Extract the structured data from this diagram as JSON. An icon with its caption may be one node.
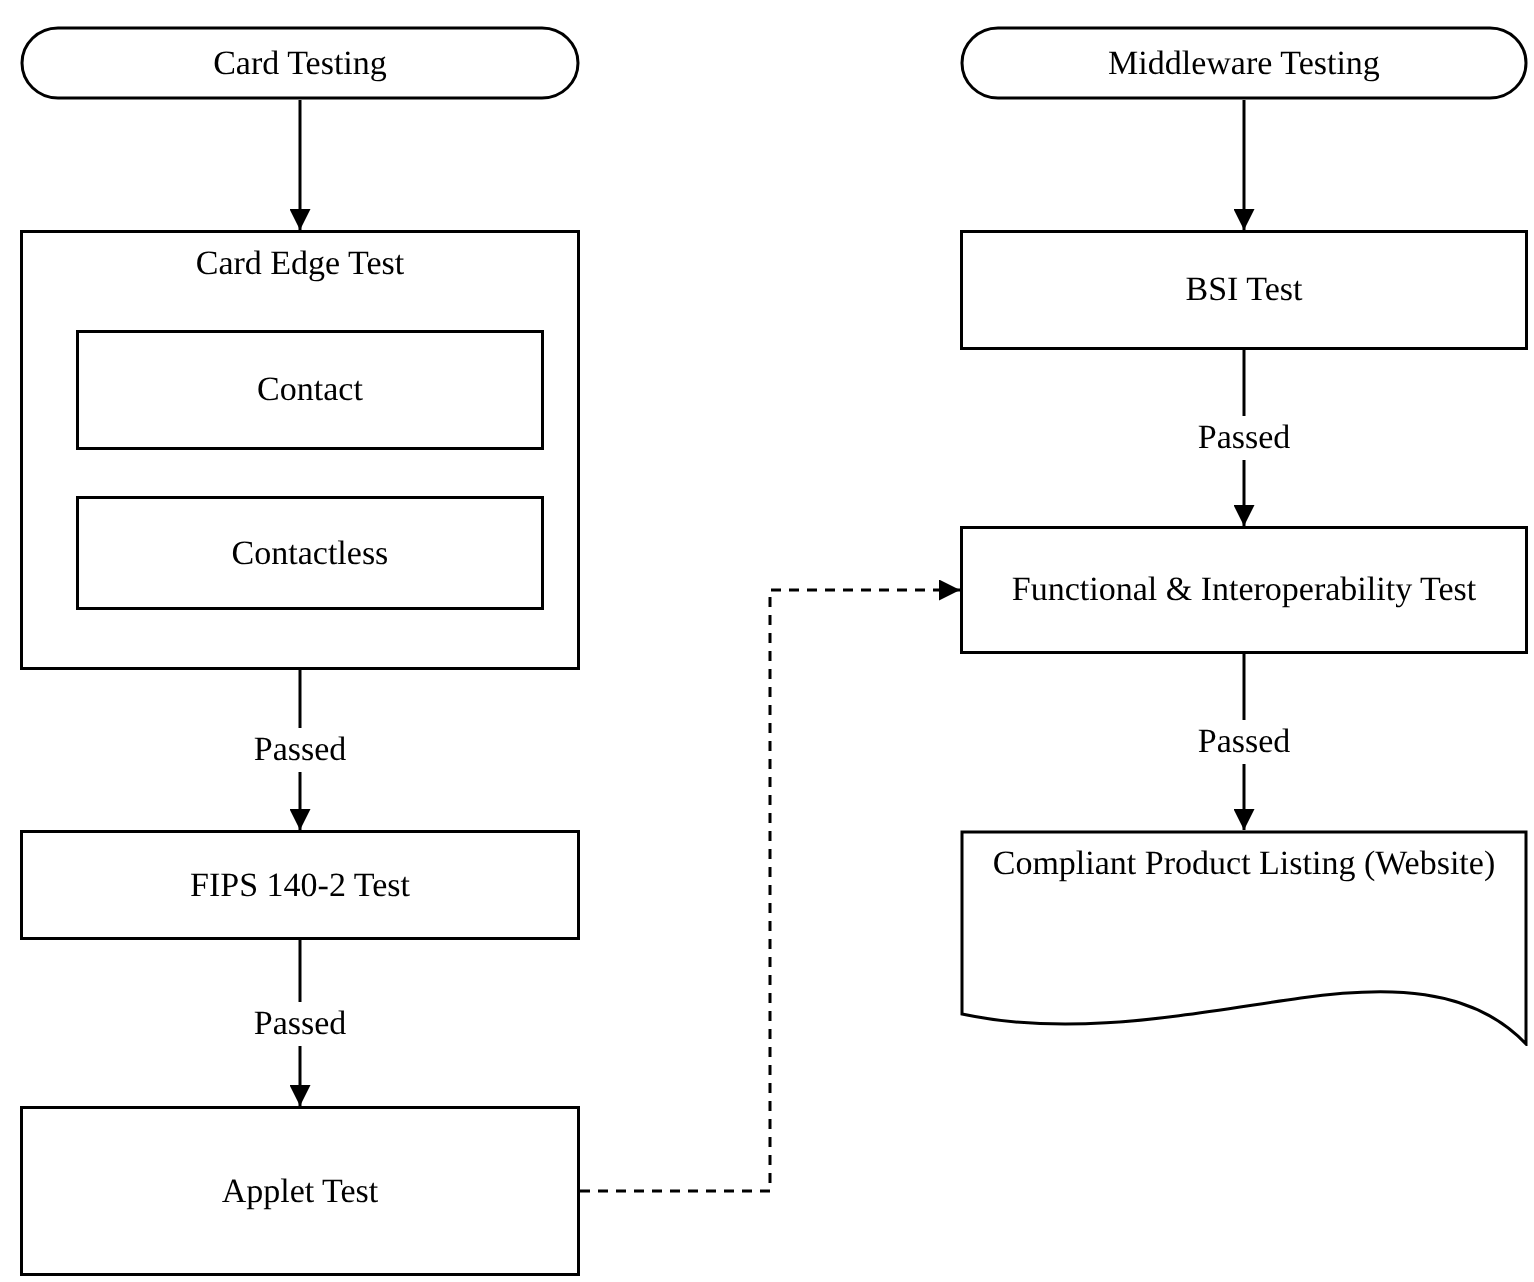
{
  "diagram": {
    "nodes": [
      {
        "text": [
          "Card Testing"
        ]
      },
      {
        "text": [
          "Card Edge Test"
        ]
      },
      {
        "text": [
          "Contact"
        ],
        "in": 1
      },
      {
        "text": [
          "Contactless"
        ],
        "in": 1
      },
      {
        "text": [
          "FIPS 140-2 Test"
        ]
      },
      {
        "text": [
          "Applet Test"
        ]
      },
      {
        "text": [
          "Middleware Testing"
        ]
      },
      {
        "text": [
          "BSI Test"
        ]
      },
      {
        "text": [
          "Functional & Interoperability Test"
        ]
      },
      {
        "text": [
          "Compliant Product Listing (Website)"
        ]
      }
    ],
    "edges": [
      {
        "from": 0,
        "to": 1,
        "arrow": "to"
      },
      {
        "from": 1,
        "to": 4,
        "arrow": "to",
        "label": "Passed"
      },
      {
        "from": 4,
        "to": 5,
        "arrow": "to",
        "label": "Passed"
      },
      {
        "from": 5,
        "to": 8,
        "arrow": "to",
        "style": "dashed"
      },
      {
        "from": 6,
        "to": 7,
        "arrow": "to"
      },
      {
        "from": 7,
        "to": 8,
        "arrow": "to",
        "label": "Passed"
      },
      {
        "from": 8,
        "to": 9,
        "arrow": "to",
        "label": "Passed"
      }
    ]
  }
}
